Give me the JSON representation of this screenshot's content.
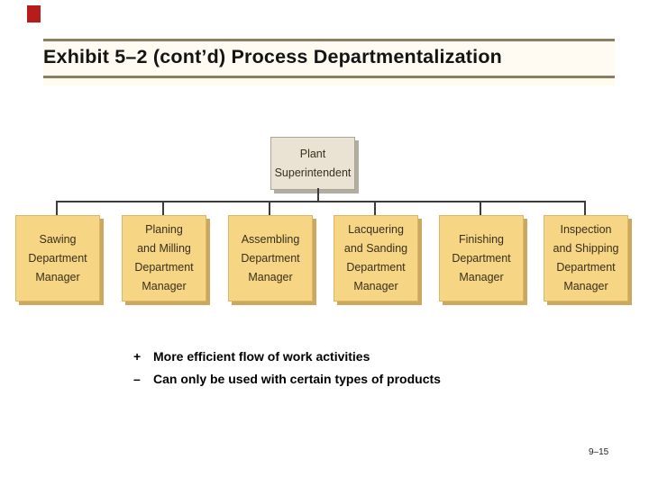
{
  "slide": {
    "title": "Exhibit 5–2 (cont’d) Process Departmentalization",
    "page_number": "9–15"
  },
  "org_chart": {
    "root": {
      "label": "Plant\nSuperintendent"
    },
    "departments": [
      {
        "label": "Sawing\nDepartment\nManager"
      },
      {
        "label": "Planing\nand Milling\nDepartment\nManager"
      },
      {
        "label": "Assembling\nDepartment\nManager"
      },
      {
        "label": "Lacquering\nand Sanding\nDepartment\nManager"
      },
      {
        "label": "Finishing\nDepartment\nManager"
      },
      {
        "label": "Inspection\nand Shipping\nDepartment\nManager"
      }
    ]
  },
  "bullets": [
    {
      "marker": "+",
      "text": "More efficient flow of work activities"
    },
    {
      "marker": "–",
      "text": "Can only be used with certain types of products"
    }
  ],
  "colors": {
    "accent_red": "#b71c1c",
    "rule": "#8c7e62",
    "dept_fill": "#f6d584",
    "dept_shadow": "#cda75f",
    "root_fill": "#eae3d3",
    "root_shadow": "#b2ae9f",
    "connector": "#3c3c3c",
    "box_text": "#38301c",
    "title_text": "#141414"
  }
}
